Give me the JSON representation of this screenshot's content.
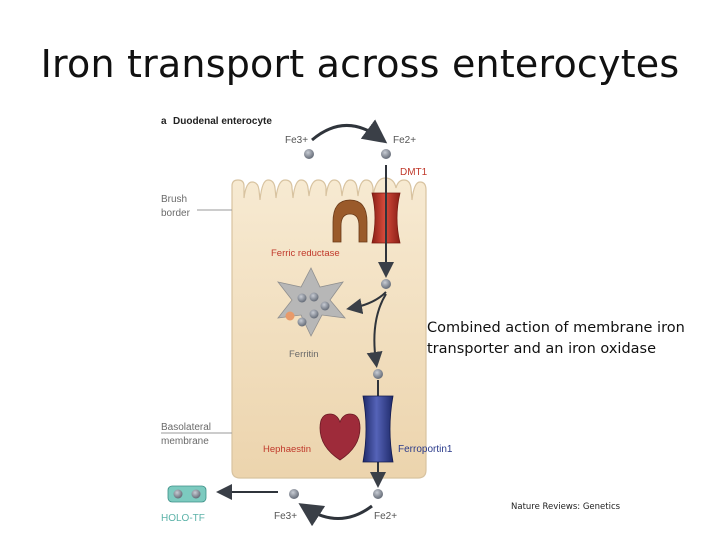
{
  "title": "Iron transport across enterocytes",
  "panel": {
    "letter": "a",
    "heading": "Duodenal enterocyte"
  },
  "labels": {
    "fe3_top": "Fe3+",
    "fe2_top": "Fe2+",
    "dmt1": "DMT1",
    "brush_border_1": "Brush",
    "brush_border_2": "border",
    "ferric_reductase": "Ferric reductase",
    "ferritin": "Ferritin",
    "basolateral_1": "Basolateral",
    "basolateral_2": "membrane",
    "hephaestin": "Hephaestin",
    "ferroportin": "Ferroportin1",
    "holo_tf": "HOLO-TF",
    "fe3_bottom": "Fe3+",
    "fe2_bottom": "Fe2+"
  },
  "caption": {
    "line1": "Combined action of membrane iron",
    "line2": "transporter and an iron oxidase"
  },
  "credit": "Nature Reviews: Genetics",
  "colors": {
    "cell": "#f3e1c3",
    "cell_stroke": "#d8c3a0",
    "dmt1": "#c0392b",
    "ferroportin": "#3a4a9a",
    "reductase": "#9a5a2a",
    "hephaestin": "#9e2b3a",
    "label_red": "#c0392b",
    "label_gray": "#6a6a6a",
    "holo_tf": "#5bb2a8"
  }
}
